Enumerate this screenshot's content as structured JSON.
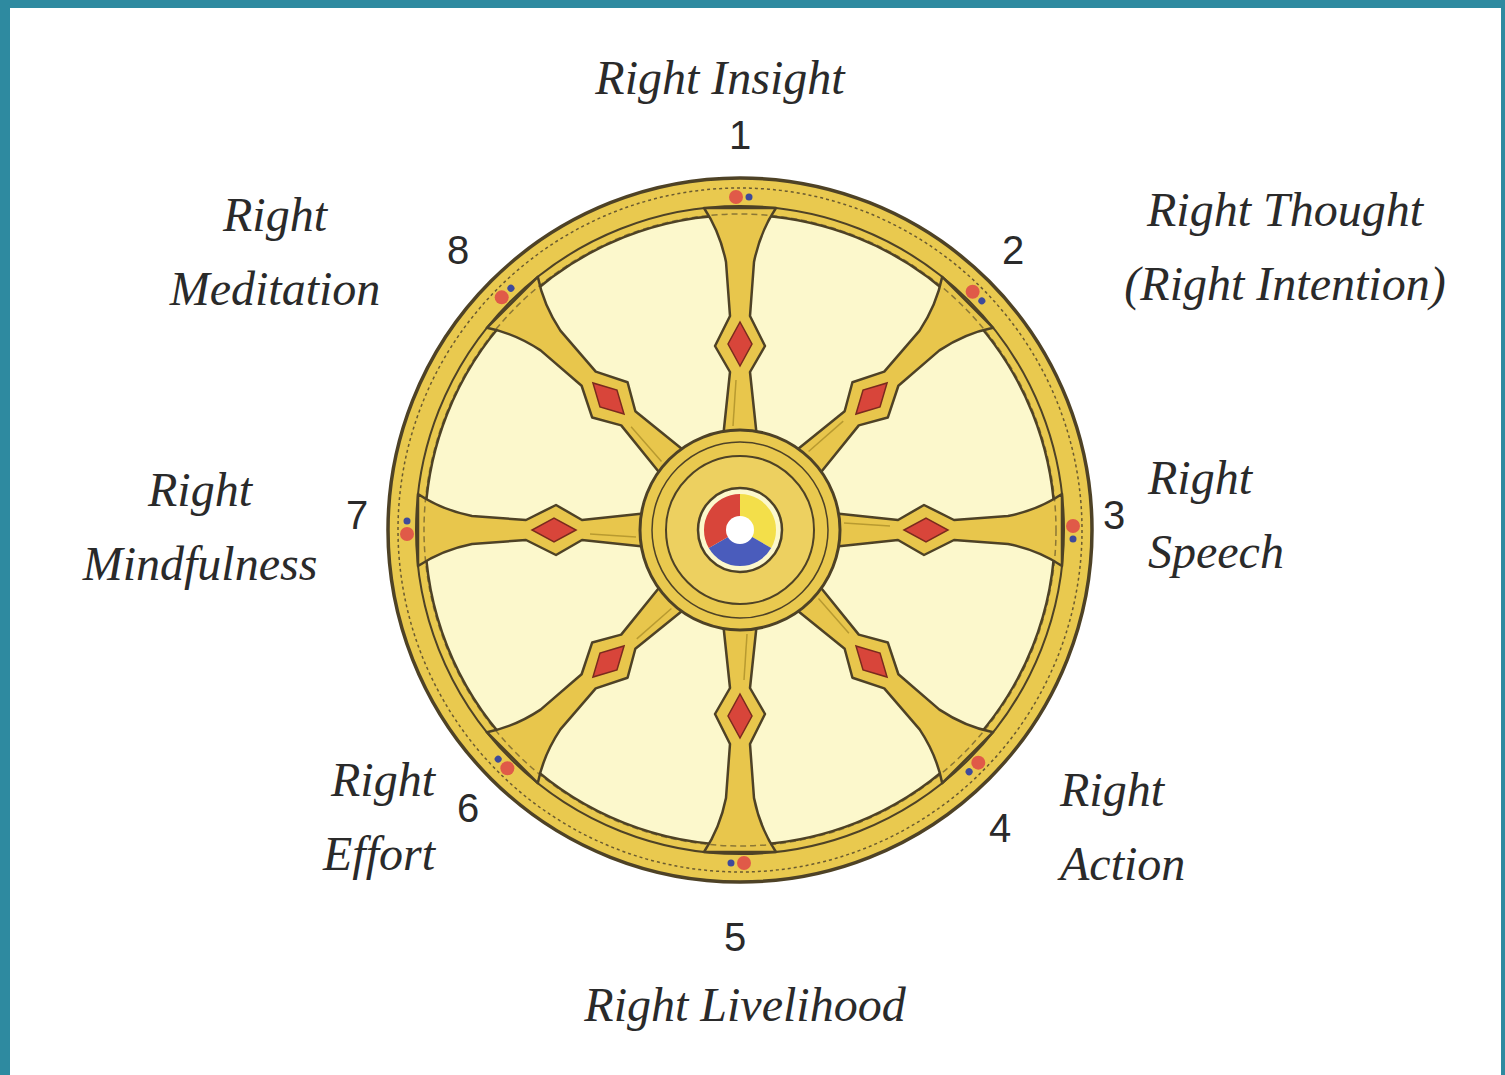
{
  "diagram": {
    "labels": [
      "Right Insight",
      "1",
      "Right Thought (Right Intention)",
      "2",
      "Right Speech",
      "3",
      "Right Action",
      "4",
      "Right Livelihood",
      "5",
      "Right Effort",
      "6",
      "Right Mindfulness",
      "7",
      "Right Meditation",
      "8"
    ]
  }
}
